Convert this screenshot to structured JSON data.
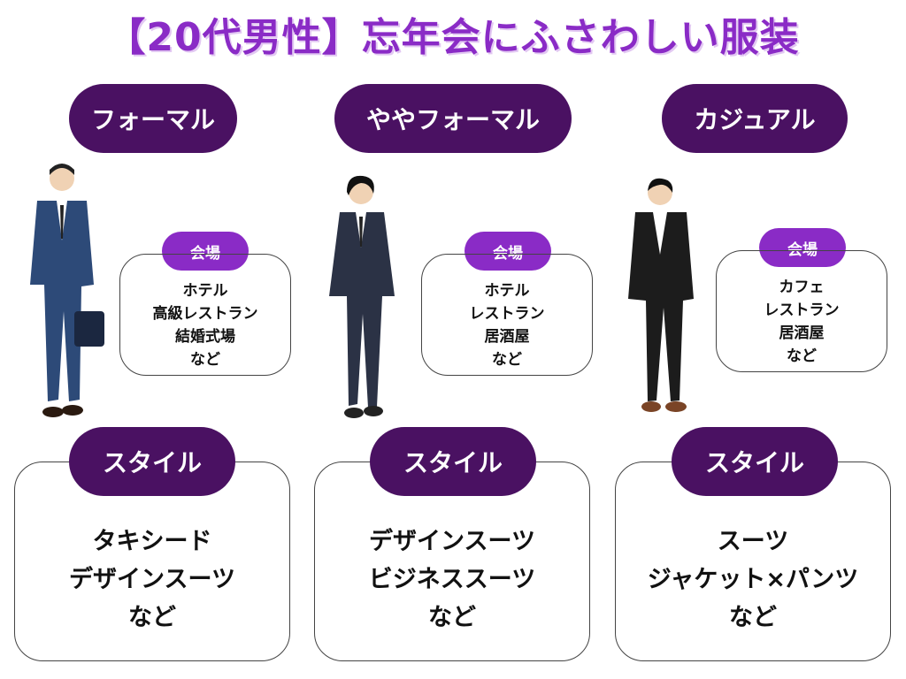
{
  "title": "【20代男性】忘年会にふさわしい服装",
  "colors": {
    "title": "#8a2bc6",
    "pill_dark": "#4a1162",
    "pill_venue": "#8a2bc6"
  },
  "columns": [
    {
      "category": "フォーマル",
      "venue_label": "会場",
      "venues": [
        "ホテル",
        "高級レストラン",
        "結婚式場",
        "など"
      ],
      "style_label": "スタイル",
      "styles": [
        "タキシード",
        "デザインスーツ",
        "など"
      ]
    },
    {
      "category": "ややフォーマル",
      "venue_label": "会場",
      "venues": [
        "ホテル",
        "レストラン",
        "居酒屋",
        "など"
      ],
      "style_label": "スタイル",
      "styles": [
        "デザインスーツ",
        "ビジネススーツ",
        "など"
      ]
    },
    {
      "category": "カジュアル",
      "venue_label": "会場",
      "venues": [
        "カフェ",
        "レストラン",
        "居酒屋",
        "など"
      ],
      "style_label": "スタイル",
      "styles": [
        "スーツ",
        "ジャケット×パンツ",
        "など"
      ]
    }
  ]
}
